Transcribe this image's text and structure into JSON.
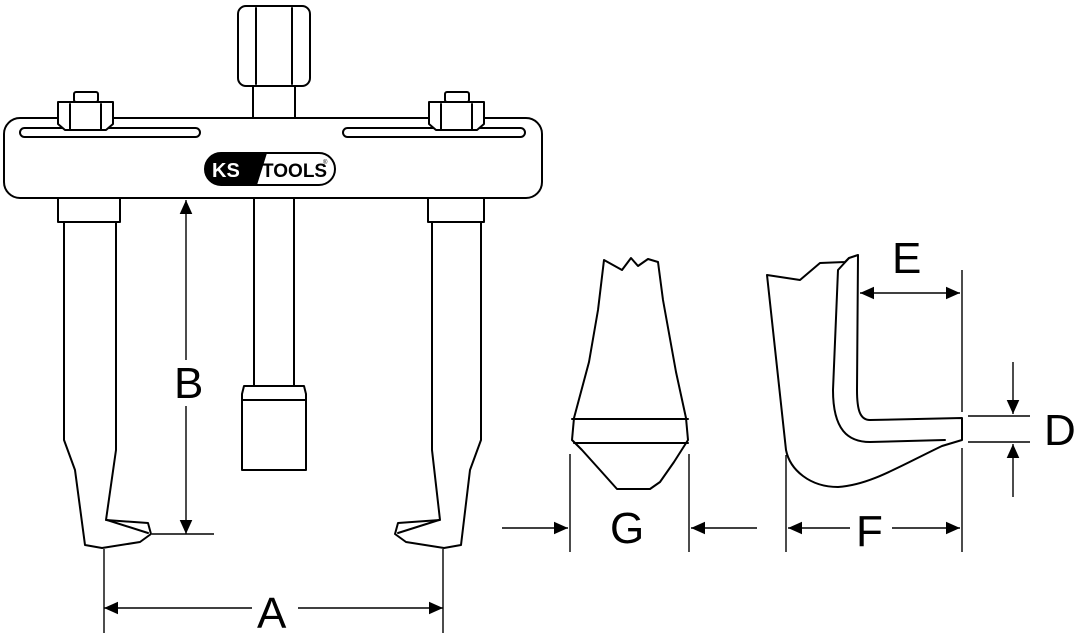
{
  "logo": {
    "brand_left": "KS",
    "brand_right": "TOOLS",
    "registered": "®"
  },
  "dimensions": {
    "a": "A",
    "b": "B",
    "d": "D",
    "e": "E",
    "f": "F",
    "g": "G"
  }
}
